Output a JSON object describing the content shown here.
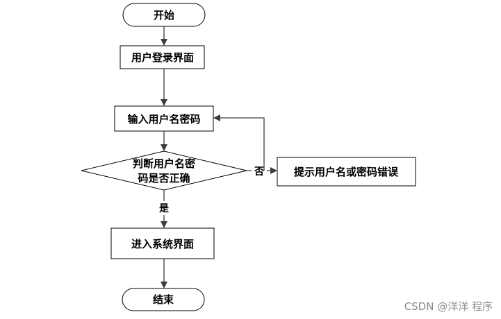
{
  "diagram": {
    "nodes": {
      "start": "开始",
      "login_screen": "用户登录界面",
      "input_credentials": "输入用户名密码",
      "check_line1": "判断用户名密",
      "check_line2": "码是否正确",
      "error_prompt": "提示用户名或密码错误",
      "enter_system": "进入系统界面",
      "end": "结束"
    },
    "edges": {
      "no_label": "否",
      "yes_label": "是"
    },
    "colors": {
      "stroke": "#000000",
      "arrow": "#3c3c3c"
    }
  },
  "watermark": "CSDN @洋洋  程序"
}
